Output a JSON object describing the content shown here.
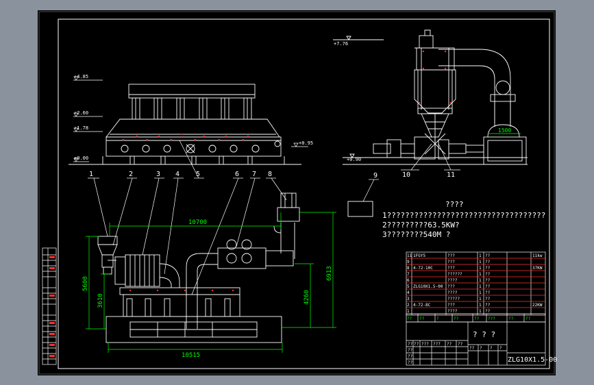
{
  "colors": {
    "background": "#8a929e",
    "sheet": "#000000",
    "line": "#ffffff",
    "dimension": "#00ff00",
    "table_row": "#ff3030",
    "table_header": "#ff3030"
  },
  "elevations": {
    "e485": "+4.85",
    "e260": "+2.60",
    "e178": "+1.78",
    "e000": "±0.00",
    "e095": "+0.95",
    "e776": "+7.76",
    "e090": "+0.90"
  },
  "callouts": [
    "1",
    "2",
    "3",
    "4",
    "5",
    "6",
    "7",
    "8",
    "9",
    "10",
    "11"
  ],
  "dimensions": {
    "d10700": "10700",
    "d10515": "10515",
    "d5600": "5600",
    "d3610": "3610",
    "d4260": "4260",
    "d6913": "6913",
    "d1500": "1500"
  },
  "notes": {
    "title": "????",
    "line1": "1???????????????????????????????????",
    "line2": "2?????????63.5KW?",
    "line3": "3????????540M ?"
  },
  "parts_table": {
    "rows": [
      {
        "no": "11",
        "code": "1FGY5",
        "name": "???",
        "qty": "1",
        "mat": "??",
        "note": "11kw"
      },
      {
        "no": "9",
        "code": "",
        "name": "???",
        "qty": "1",
        "mat": "??",
        "note": ""
      },
      {
        "no": "8",
        "code": "4-72-10C",
        "name": "???",
        "qty": "1",
        "mat": "??",
        "note": "37KW"
      },
      {
        "no": "7",
        "code": "",
        "name": "??????",
        "qty": "1",
        "mat": "??",
        "note": ""
      },
      {
        "no": "6",
        "code": "",
        "name": "????",
        "qty": "1",
        "mat": "??",
        "note": ""
      },
      {
        "no": "5",
        "code": "ZLG10X1.5-00",
        "name": "???",
        "qty": "1",
        "mat": "??",
        "note": ""
      },
      {
        "no": "4",
        "code": "",
        "name": "????",
        "qty": "1",
        "mat": "??",
        "note": ""
      },
      {
        "no": "3",
        "code": "",
        "name": "?????",
        "qty": "1",
        "mat": "??",
        "note": ""
      },
      {
        "no": "2",
        "code": "4-72-8C",
        "name": "???",
        "qty": "1",
        "mat": "??",
        "note": "22KW"
      },
      {
        "no": "1",
        "code": "",
        "name": "????",
        "qty": "1",
        "mat": "??",
        "note": ""
      }
    ],
    "header": [
      "??",
      "??",
      "?",
      "??",
      "??",
      "???",
      "??",
      "??"
    ]
  },
  "title_block": {
    "title": "? ? ?",
    "drawing_no": "ZLG10X1.5-00",
    "cells": [
      "??",
      "??",
      "???",
      "???",
      "??",
      "??",
      "??",
      "??",
      "??",
      "??",
      "?",
      "?",
      "?"
    ]
  }
}
